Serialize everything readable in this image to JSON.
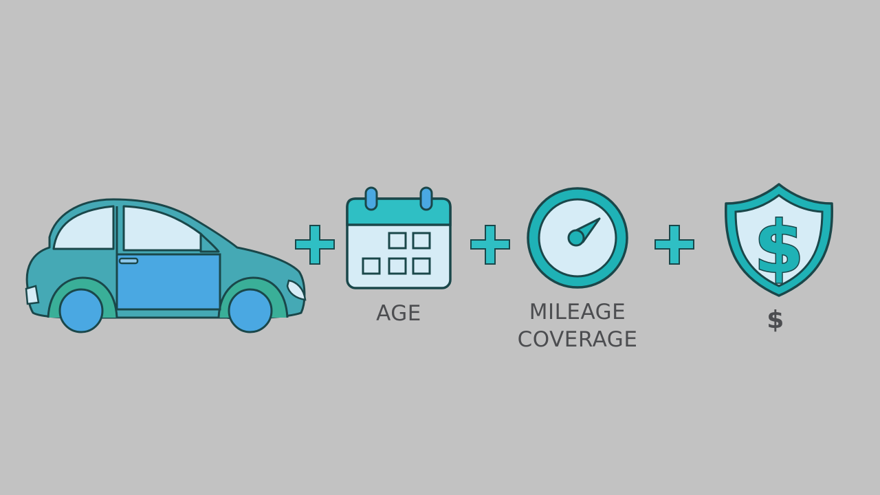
{
  "items": [
    {
      "icon": "car-icon"
    },
    {
      "icon": "calendar-icon",
      "label": "AGE"
    },
    {
      "icon": "speedometer-icon",
      "label_lines": [
        "MILEAGE",
        "COVERAGE"
      ]
    },
    {
      "icon": "shield-dollar-icon",
      "label": "$"
    }
  ],
  "operator": "plus-icon",
  "colors": {
    "background": "#c2c2c2",
    "outline": "#1a474a",
    "teal_plus": "#2fbfc4",
    "car_body": "#45a9b5",
    "car_trim": "#3aaf98",
    "car_blue": "#4aa8e2",
    "window": "#d6ecf6",
    "icon_fill": "#cfe7f5",
    "shield_teal": "#1fb2b6",
    "text": "#4c4d50"
  }
}
